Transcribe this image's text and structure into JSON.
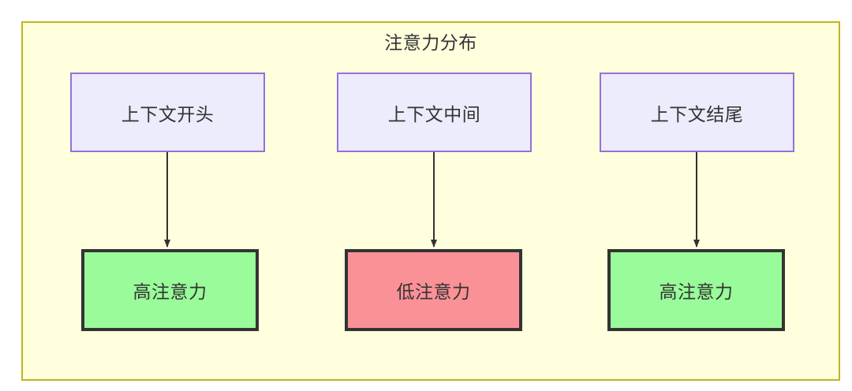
{
  "diagram": {
    "title": "注意力分布",
    "colors": {
      "container_fill": "#ffffdd",
      "container_border": "#bfb622",
      "context_fill": "#ececfd",
      "context_border": "#9370db",
      "high_attention_fill": "#99fb99",
      "low_attention_fill": "#fa9197",
      "node_border": "#333333",
      "edge": "#333333",
      "text": "#333333"
    },
    "context_nodes": [
      {
        "id": "ctx-start",
        "label": "上下文开头"
      },
      {
        "id": "ctx-middle",
        "label": "上下文中间"
      },
      {
        "id": "ctx-end",
        "label": "上下文结尾"
      }
    ],
    "attention_nodes": [
      {
        "id": "attn-1",
        "label": "高注意力",
        "level": "high"
      },
      {
        "id": "attn-2",
        "label": "低注意力",
        "level": "low"
      },
      {
        "id": "attn-3",
        "label": "高注意力",
        "level": "high"
      }
    ],
    "edges": [
      {
        "from": "上下文开头",
        "to": "高注意力"
      },
      {
        "from": "上下文中间",
        "to": "低注意力"
      },
      {
        "from": "上下文结尾",
        "to": "高注意力"
      }
    ]
  }
}
